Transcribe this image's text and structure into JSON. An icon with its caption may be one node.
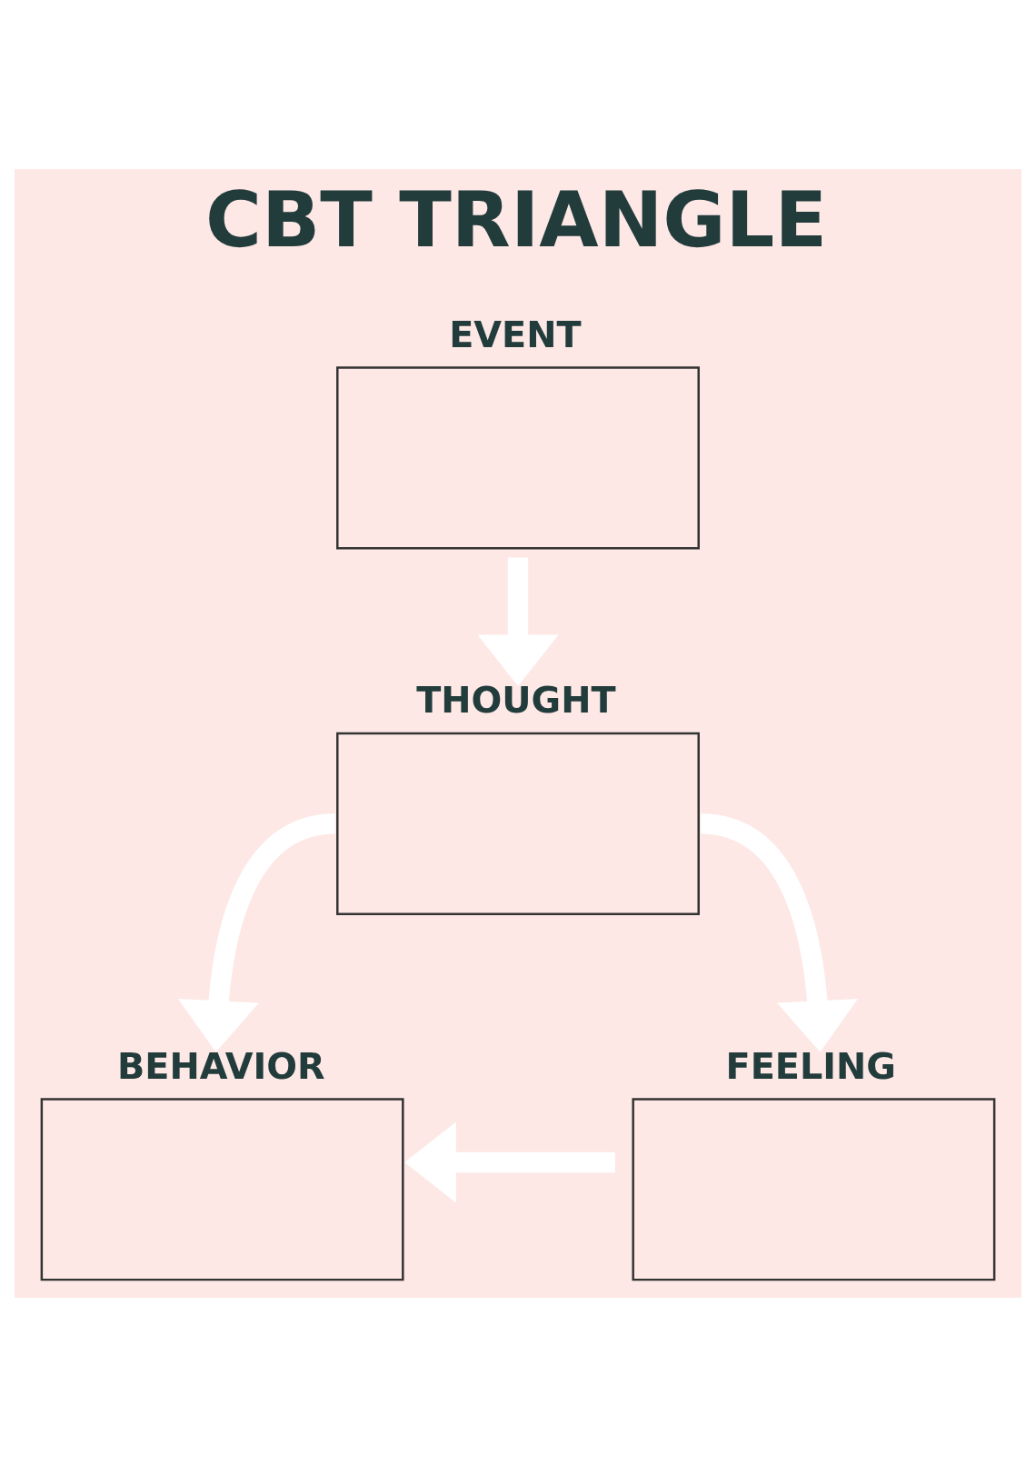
{
  "diagram": {
    "title": "CBT TRIANGLE",
    "nodes": [
      {
        "text": [
          "EVENT"
        ]
      },
      {
        "text": [
          "THOUGHT"
        ]
      },
      {
        "text": [
          "BEHAVIOR"
        ]
      },
      {
        "text": [
          "FEELING"
        ]
      }
    ],
    "edges": [
      {
        "from": 0,
        "to": 1,
        "arrow": "to"
      },
      {
        "from": 1,
        "to": 2,
        "arrow": "to"
      },
      {
        "from": 1,
        "to": 3,
        "arrow": "to"
      },
      {
        "from": 3,
        "to": 2,
        "arrow": "to"
      }
    ]
  }
}
